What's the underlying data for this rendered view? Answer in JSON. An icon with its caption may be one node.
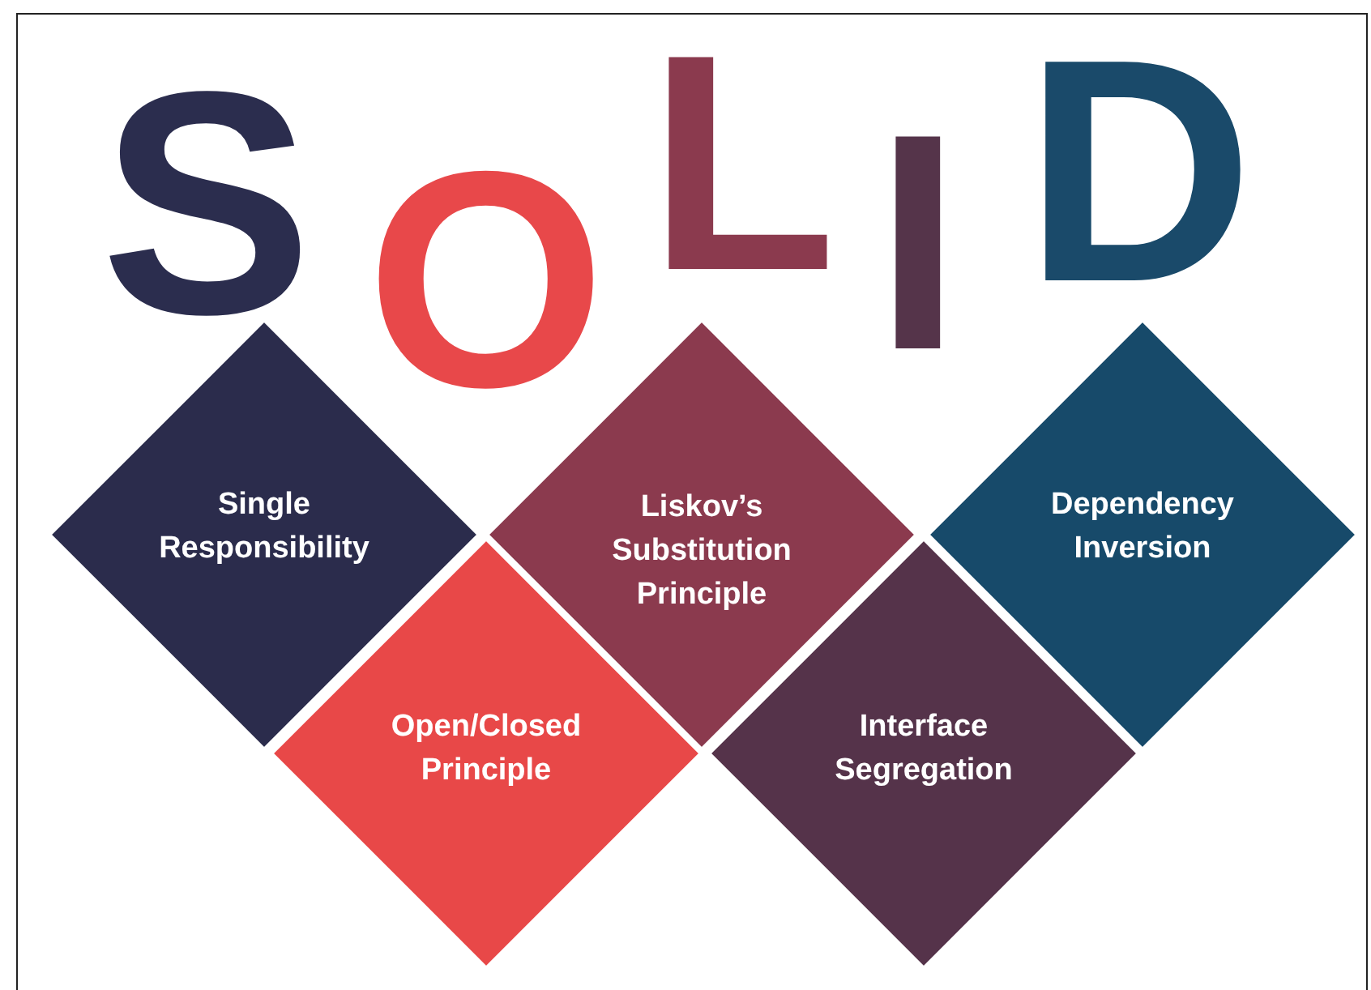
{
  "diagram": {
    "nodes": [
      {
        "text": [
          "Single Responsibility"
        ]
      },
      {
        "text": [
          "Liskov’s Substitution Principle"
        ]
      },
      {
        "text": [
          "Dependency Inversion"
        ]
      },
      {
        "text": [
          "Open/Closed Principle"
        ]
      },
      {
        "text": [
          "Interface Segregation"
        ]
      }
    ],
    "labels": [
      "S",
      "O",
      "L",
      "I",
      "D"
    ]
  }
}
